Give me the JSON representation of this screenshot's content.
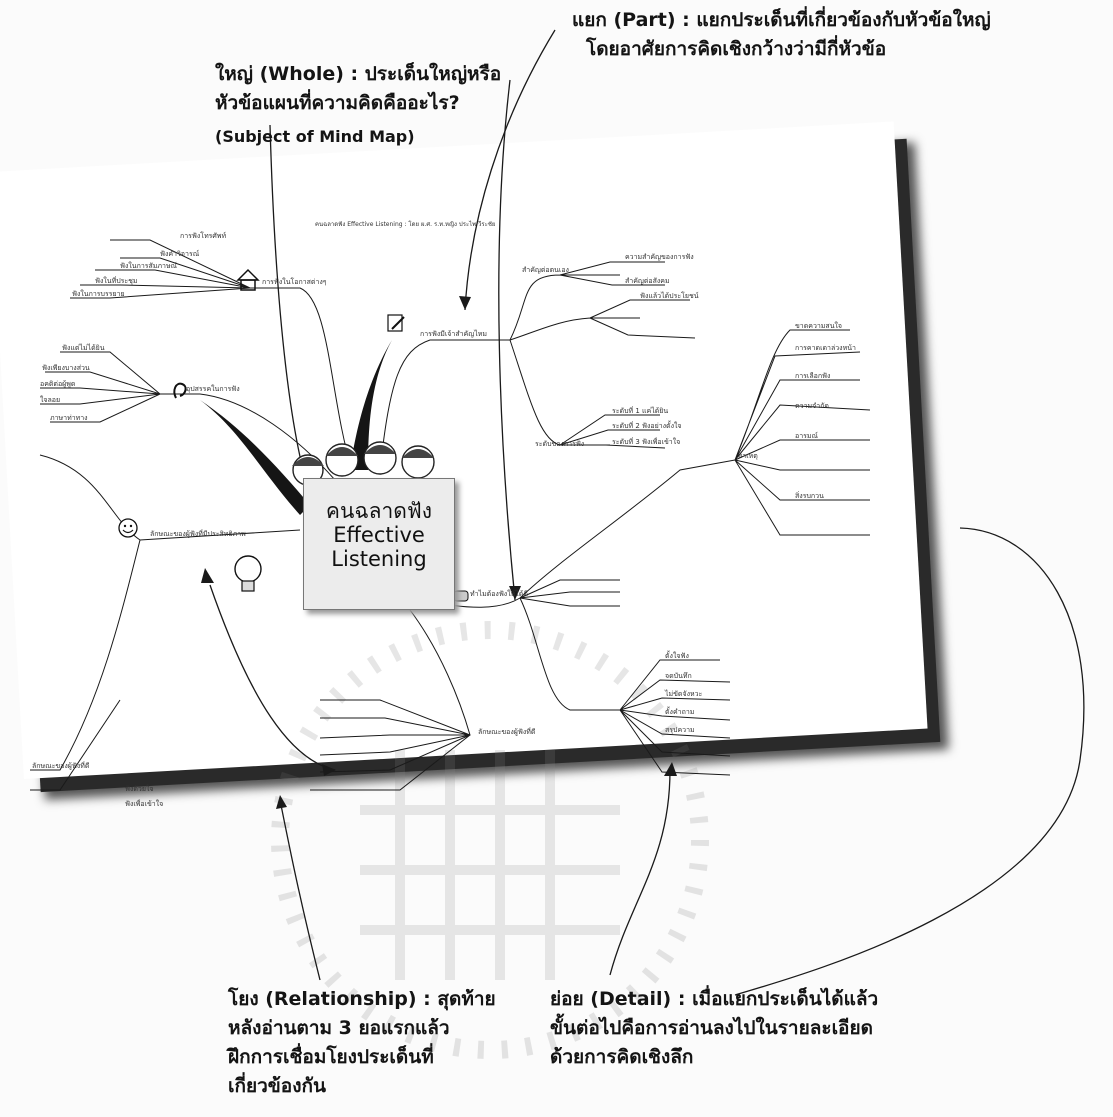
{
  "annotations": {
    "whole": {
      "line1": "ใหญ่ (Whole) : ประเด็นใหญ่หรือ",
      "line2": "หัวข้อแผนที่ความคิดคืออะไร?",
      "line3": "(Subject of Mind Map)"
    },
    "part": {
      "line1": "แยก (Part) : แยกประเด็นที่เกี่ยวข้องกับหัวข้อใหญ่",
      "line2": "โดยอาศัยการคิดเชิงกว้างว่ามีกี่หัวข้อ"
    },
    "relationship": {
      "line1": "โยง (Relationship) : สุดท้าย",
      "line2": "หลังอ่านตาม 3 ยอแรกแล้ว",
      "line3": "ฝึกการเชื่อมโยงประเด็นที่",
      "line4": "เกี่ยวข้องกัน"
    },
    "detail": {
      "line1": "ย่อย (Detail) : เมื่อแยกประเด็นได้แล้ว",
      "line2": "ขั้นต่อไปคือการอ่านลงไปในรายละเอียด",
      "line3": "ด้วยการคิดเชิงลึก"
    }
  },
  "mindmap": {
    "central": {
      "line1": "คนฉลาดฟัง",
      "line2": "Effective",
      "line3": "Listening"
    },
    "header": "คนฉลาดฟัง Effective Listening : โดย ผ.ศ. ร.ท.หญิง ประไพ วีระชัย",
    "branches": {
      "situations": "การฟังในโอกาสต่างๆ",
      "importance": "การฟังมีเจ้าสำคัญไหม",
      "barriers": "อุปสรรคในการฟัง",
      "effective_traits": "ลักษณะของผู้ฟังที่มีประสิทธิภาพ",
      "tips": "ทำไมต้องฟังให้ได้ดี",
      "characteristics": "ลักษณะของผู้ฟังที่ดี"
    },
    "leaves": {
      "s1": "การฟังโทรศัพท์",
      "s2": "ฟังคำวิจารณ์",
      "s3": "ฟังในการสัมภาษณ์",
      "s4": "ฟังในที่ประชุม",
      "s5": "ฟังในการบรรยาย",
      "i1": "ความสำคัญของการฟัง",
      "i2": "สำคัญต่อตนเอง",
      "i3": "สำคัญต่อสังคม",
      "i4": "ฟังแล้วได้ประโยชน์",
      "i5": "ระดับของการฟัง",
      "i6": "ระดับที่ 1 แค่ได้ยิน",
      "i7": "ระดับที่ 2 ฟังอย่างตั้งใจ",
      "i8": "ระดับที่ 3 ฟังเพื่อเข้าใจ",
      "b1": "ฟังแต่ไม่ได้ยิน",
      "b2": "ฟังเพียงบางส่วน",
      "b3": "อคติต่อผู้พูด",
      "b4": "ใจลอย",
      "b5": "ภาษาท่าทาง",
      "t1": "สาเหตุ",
      "t2": "ขาดความสนใจ",
      "t3": "การคาดเดาล่วงหน้า",
      "t4": "การเลือกฟัง",
      "t5": "ความจำกัด",
      "t6": "อารมณ์",
      "t7": "สิ่งรบกวน",
      "c1": "ตั้งใจฟัง",
      "c2": "จดบันทึก",
      "c3": "ไม่ขัดจังหวะ",
      "c4": "ตั้งคำถาม",
      "c5": "สรุปความ",
      "e1": "ลักษณะของผู้ฟังที่ดี",
      "e2": "ฟังด้วยใจ",
      "e3": "ฟังเพื่อเข้าใจ"
    }
  },
  "colors": {
    "ink": "#111111",
    "line": "#1a1a1a",
    "sheet": "#ffffff"
  },
  "icons": [
    "house-icon",
    "pencil-note-icon",
    "ear-icon",
    "smiley-icon",
    "lightbulb-icon",
    "thumbs-icon"
  ]
}
